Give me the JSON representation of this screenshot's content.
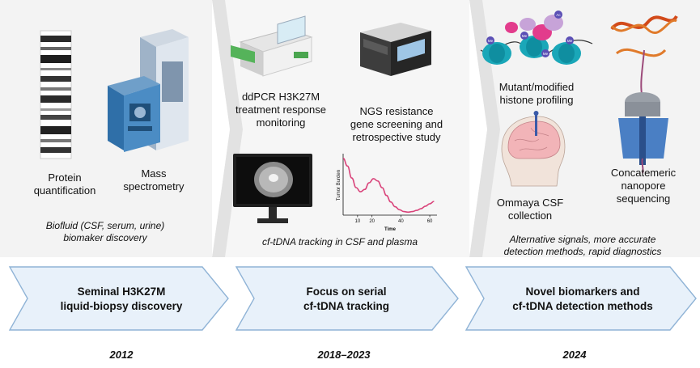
{
  "panels": [
    {
      "labels": {
        "protein": "Protein\nquantification",
        "mass": "Mass\nspectrometry"
      },
      "caption": "Biofluid (CSF, serum, urine)\nbiomaker discovery",
      "arrow": "Seminal H3K27M\nliquid-biopsy discovery",
      "year": "2012"
    },
    {
      "labels": {
        "ddpcr": "ddPCR H3K27M\ntreatment response\nmonitoring",
        "ngs": "NGS resistance\ngene screening and\nretrospective study"
      },
      "caption": "cf-tDNA tracking in CSF and plasma",
      "arrow": "Focus on serial\ncf-tDNA tracking",
      "year": "2018–2023"
    },
    {
      "labels": {
        "histone": "Mutant/modified\nhistone profiling",
        "ommaya": "Ommaya CSF\ncollection",
        "nanopore": "Concatemeric\nnanopore\nsequencing"
      },
      "caption": "Alternative signals, more accurate\ndetection methods, rapid diagnostics",
      "arrow": "Novel biomarkers and\ncf-tDNA detection methods",
      "year": "2024"
    }
  ],
  "histone_marks": [
    "Me",
    "Me",
    "Ac",
    "Me",
    "Me"
  ],
  "chart_data": {
    "type": "line",
    "xlabel": "Time",
    "ylabel": "Tumor Burden",
    "x_ticks": [
      10,
      20,
      40,
      60
    ],
    "xlim": [
      0,
      65
    ],
    "x": [
      0,
      3,
      6,
      9,
      12,
      15,
      18,
      21,
      24,
      27,
      30,
      33,
      36,
      39,
      42,
      45,
      48,
      51,
      54,
      57,
      60,
      63
    ],
    "y": [
      9.5,
      8.2,
      6.2,
      4.6,
      3.9,
      4.3,
      5.4,
      6.1,
      5.7,
      4.6,
      3.3,
      2.2,
      1.4,
      0.9,
      0.6,
      0.5,
      0.6,
      0.8,
      1.1,
      1.5,
      1.9,
      2.3
    ],
    "ylim": [
      0,
      10
    ],
    "color": "#d9437a"
  },
  "colors": {
    "arrow_fill": "#e8f1fa",
    "arrow_stroke": "#8fb3d6",
    "panel_bg": "#f2f2f2",
    "line": "#d9437a"
  }
}
